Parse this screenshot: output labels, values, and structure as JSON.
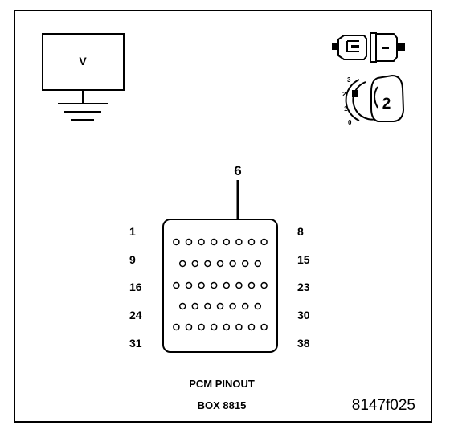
{
  "voltmeter": {
    "label": "V"
  },
  "connector_icon": {
    "name": "connector-disconnected-icon"
  },
  "ignition_icon": {
    "name": "ignition-key-icon",
    "positions": [
      "3",
      "2",
      "1",
      "0"
    ],
    "key_label": "2"
  },
  "pointer": {
    "label": "6",
    "target_pin": 6
  },
  "pcm": {
    "pin_labels": {
      "left": [
        "1",
        "9",
        "16",
        "24",
        "31"
      ],
      "right": [
        "8",
        "15",
        "23",
        "30",
        "38"
      ]
    },
    "rows": [
      {
        "start": 1,
        "end": 8
      },
      {
        "start": 9,
        "end": 15
      },
      {
        "start": 16,
        "end": 23
      },
      {
        "start": 24,
        "end": 30
      },
      {
        "start": 31,
        "end": 38
      }
    ]
  },
  "caption": {
    "line1": "PCM PINOUT",
    "line2": "BOX 8815"
  },
  "figure_code": "8147f025"
}
